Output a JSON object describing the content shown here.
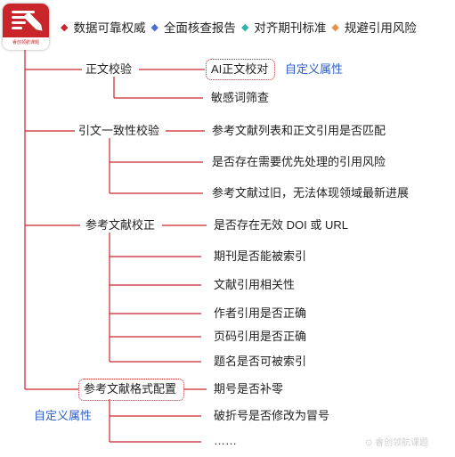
{
  "logo": {
    "caption": "睿创领航课题"
  },
  "taglines": [
    {
      "text": "数据可靠权威",
      "color": "#c9262c"
    },
    {
      "text": "全面核查报告",
      "color": "#4a6fcf"
    },
    {
      "text": "对齐期刊标准",
      "color": "#2fb5a8"
    },
    {
      "text": "规避引用风险",
      "color": "#e8914a"
    }
  ],
  "tree": {
    "b1": {
      "label": "正文校验",
      "items": [
        "AI正文校对",
        "敏感词筛查"
      ],
      "custom": "自定义属性"
    },
    "b2": {
      "label": "引文一致性校验",
      "items": [
        "参考文献列表和正文引用是否匹配",
        "是否存在需要优先处理的引用风险",
        "参考文献过旧，无法体现领域最新进展"
      ]
    },
    "b3": {
      "label": "参考文献校正",
      "items": [
        "是否存在无效 DOI 或 URL",
        "期刊是否能被索引",
        "文献引用相关性",
        "作者引用是否正确",
        "页码引用是否正确",
        "题名是否可被索引"
      ]
    },
    "b4": {
      "label": "参考文献格式配置",
      "items": [
        "期号是否补零",
        "破折号是否修改为冒号",
        "……"
      ],
      "custom": "自定义属性"
    }
  },
  "colors": {
    "accent": "#c9262c",
    "link": "#2f5fc4",
    "line": "#c9262c"
  },
  "watermark": "⊙ 睿创领航课题"
}
